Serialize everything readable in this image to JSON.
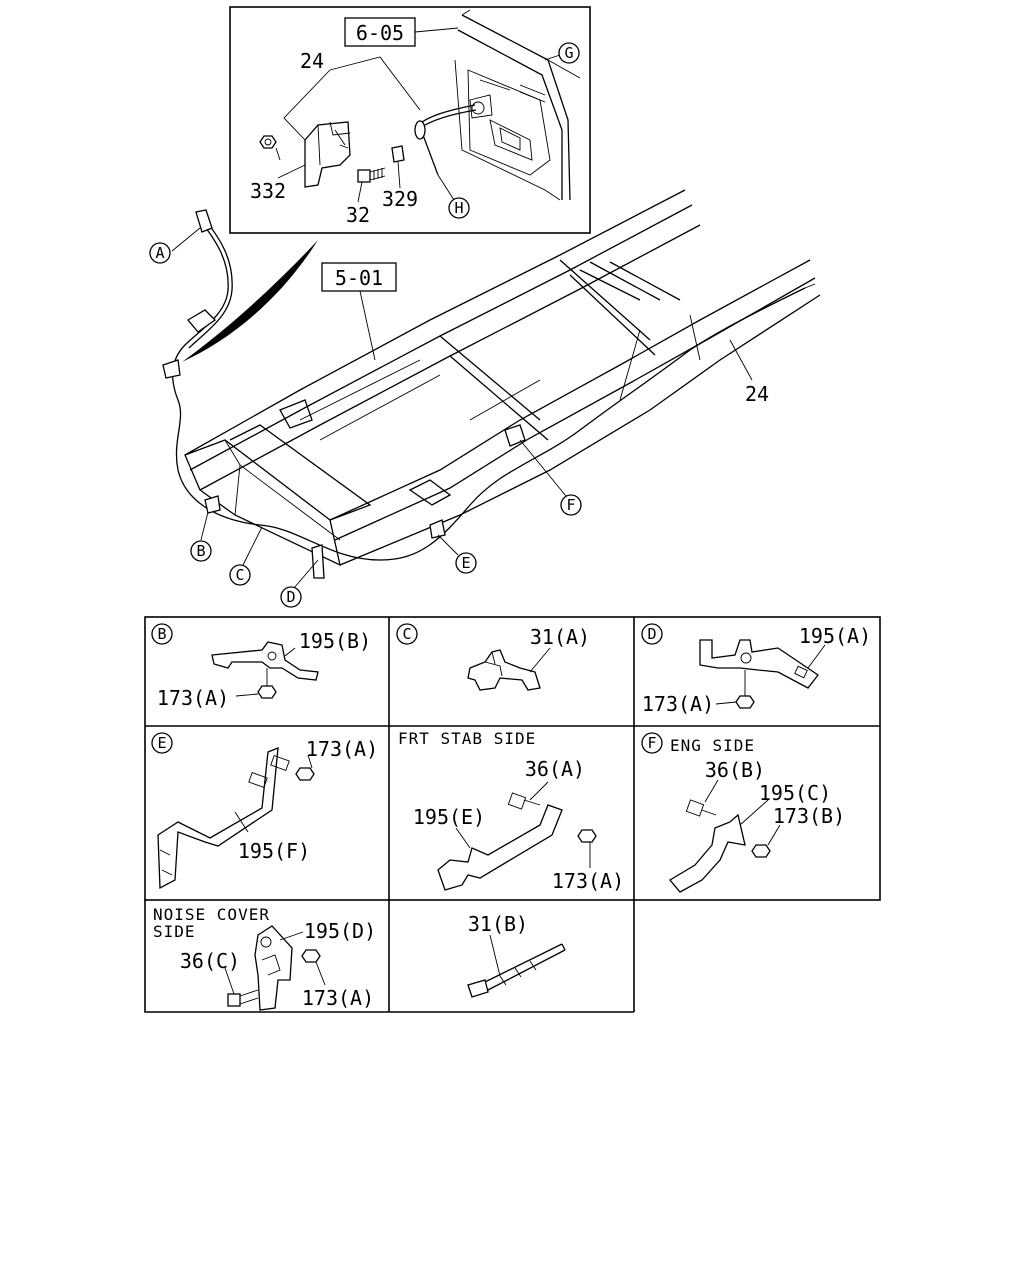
{
  "inset": {
    "ref_box": "6-05",
    "labels": {
      "part_24": "24",
      "part_332": "332",
      "part_32": "32",
      "part_329": "329",
      "callout_g": "G",
      "callout_h": "H"
    }
  },
  "main_view": {
    "ref_box": "5-01",
    "labels": {
      "part_24": "24",
      "callout_a": "A",
      "callout_b": "B",
      "callout_c": "C",
      "callout_d": "D",
      "callout_e": "E",
      "callout_f": "F"
    }
  },
  "details": {
    "b": {
      "letter": "B",
      "upper": "195(B)",
      "lower": "173(A)"
    },
    "c": {
      "letter": "C",
      "upper": "31(A)"
    },
    "d": {
      "letter": "D",
      "upper": "195(A)",
      "lower": "173(A)"
    },
    "e": {
      "letter": "E",
      "nut": "173(A)",
      "bracket": "195(F)"
    },
    "frt": {
      "title": "FRT STAB SIDE",
      "bolt": "36(A)",
      "bracket": "195(E)",
      "nut": "173(A)"
    },
    "f": {
      "letter": "F",
      "title": "ENG SIDE",
      "bolt": "36(B)",
      "bracket": "195(C)",
      "nut": "173(B)"
    },
    "noise": {
      "title_line1": "NOISE COVER",
      "title_line2": "SIDE",
      "bracket": "195(D)",
      "bolt": "36(C)",
      "nut": "173(A)"
    },
    "tie": {
      "label": "31(B)"
    }
  }
}
